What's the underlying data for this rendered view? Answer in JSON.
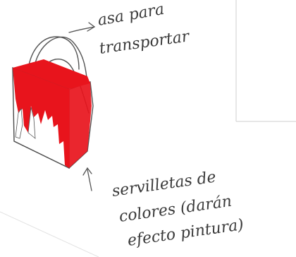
{
  "annotations": {
    "top_line1": "asa para",
    "top_line2": "transportar",
    "bottom_line1": "servilletas de",
    "bottom_line2": "colores (darán",
    "bottom_line3": "efecto pintura)"
  },
  "colors": {
    "paint_red": "#e8141c",
    "pencil": "#555555",
    "frame_line": "#cfcfcf",
    "page": "#ffffff"
  },
  "icons": [
    "handle-sketch",
    "arrow-to-handle",
    "arrow-to-bag",
    "paint-bucket-bag"
  ]
}
